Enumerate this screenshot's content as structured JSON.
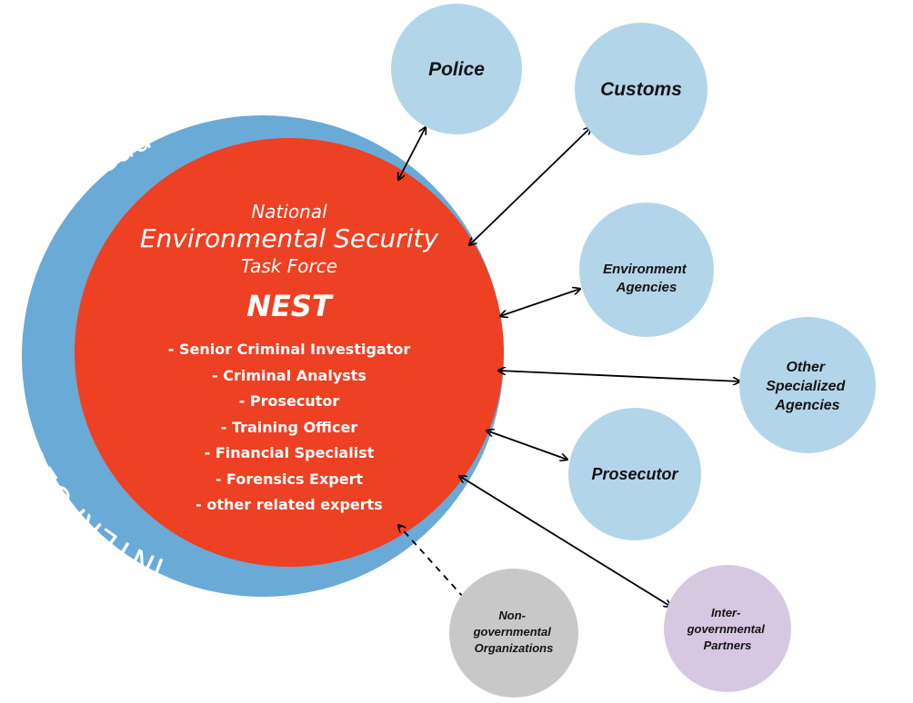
{
  "outer_ring": {
    "label": "INTERPOL National Central Bureau",
    "color": "#6aaad6"
  },
  "center": {
    "color": "#ee4023",
    "line1": "National",
    "line2": "Environmental Security",
    "line3": "Task Force",
    "acronym": "NEST",
    "roles": [
      "- Senior Criminal Investigator",
      "- Criminal Analysts",
      "- Prosecutor",
      "- Training Officer",
      "- Financial Specialist",
      "- Forensics Expert",
      "- other related experts"
    ]
  },
  "partners": [
    {
      "id": "police",
      "lines": [
        "Police"
      ],
      "color": "#b3d5ea",
      "link": "solid"
    },
    {
      "id": "customs",
      "lines": [
        "Customs"
      ],
      "color": "#b3d5ea",
      "link": "solid"
    },
    {
      "id": "environment-agencies",
      "lines": [
        "Environment",
        "Agencies"
      ],
      "color": "#b3d5ea",
      "link": "solid"
    },
    {
      "id": "other-specialized-agencies",
      "lines": [
        "Other",
        "Specialized",
        "Agencies"
      ],
      "color": "#b3d5ea",
      "link": "solid"
    },
    {
      "id": "prosecutor",
      "lines": [
        "Prosecutor"
      ],
      "color": "#b3d5ea",
      "link": "solid"
    },
    {
      "id": "intergovernmental-partners",
      "lines": [
        "Inter-",
        "governmental",
        "Partners"
      ],
      "color": "#d5c8e0",
      "link": "solid"
    },
    {
      "id": "non-governmental-organizations",
      "lines": [
        "Non-",
        "governmental",
        "Organizations"
      ],
      "color": "#c8c8c8",
      "link": "dashed"
    }
  ]
}
